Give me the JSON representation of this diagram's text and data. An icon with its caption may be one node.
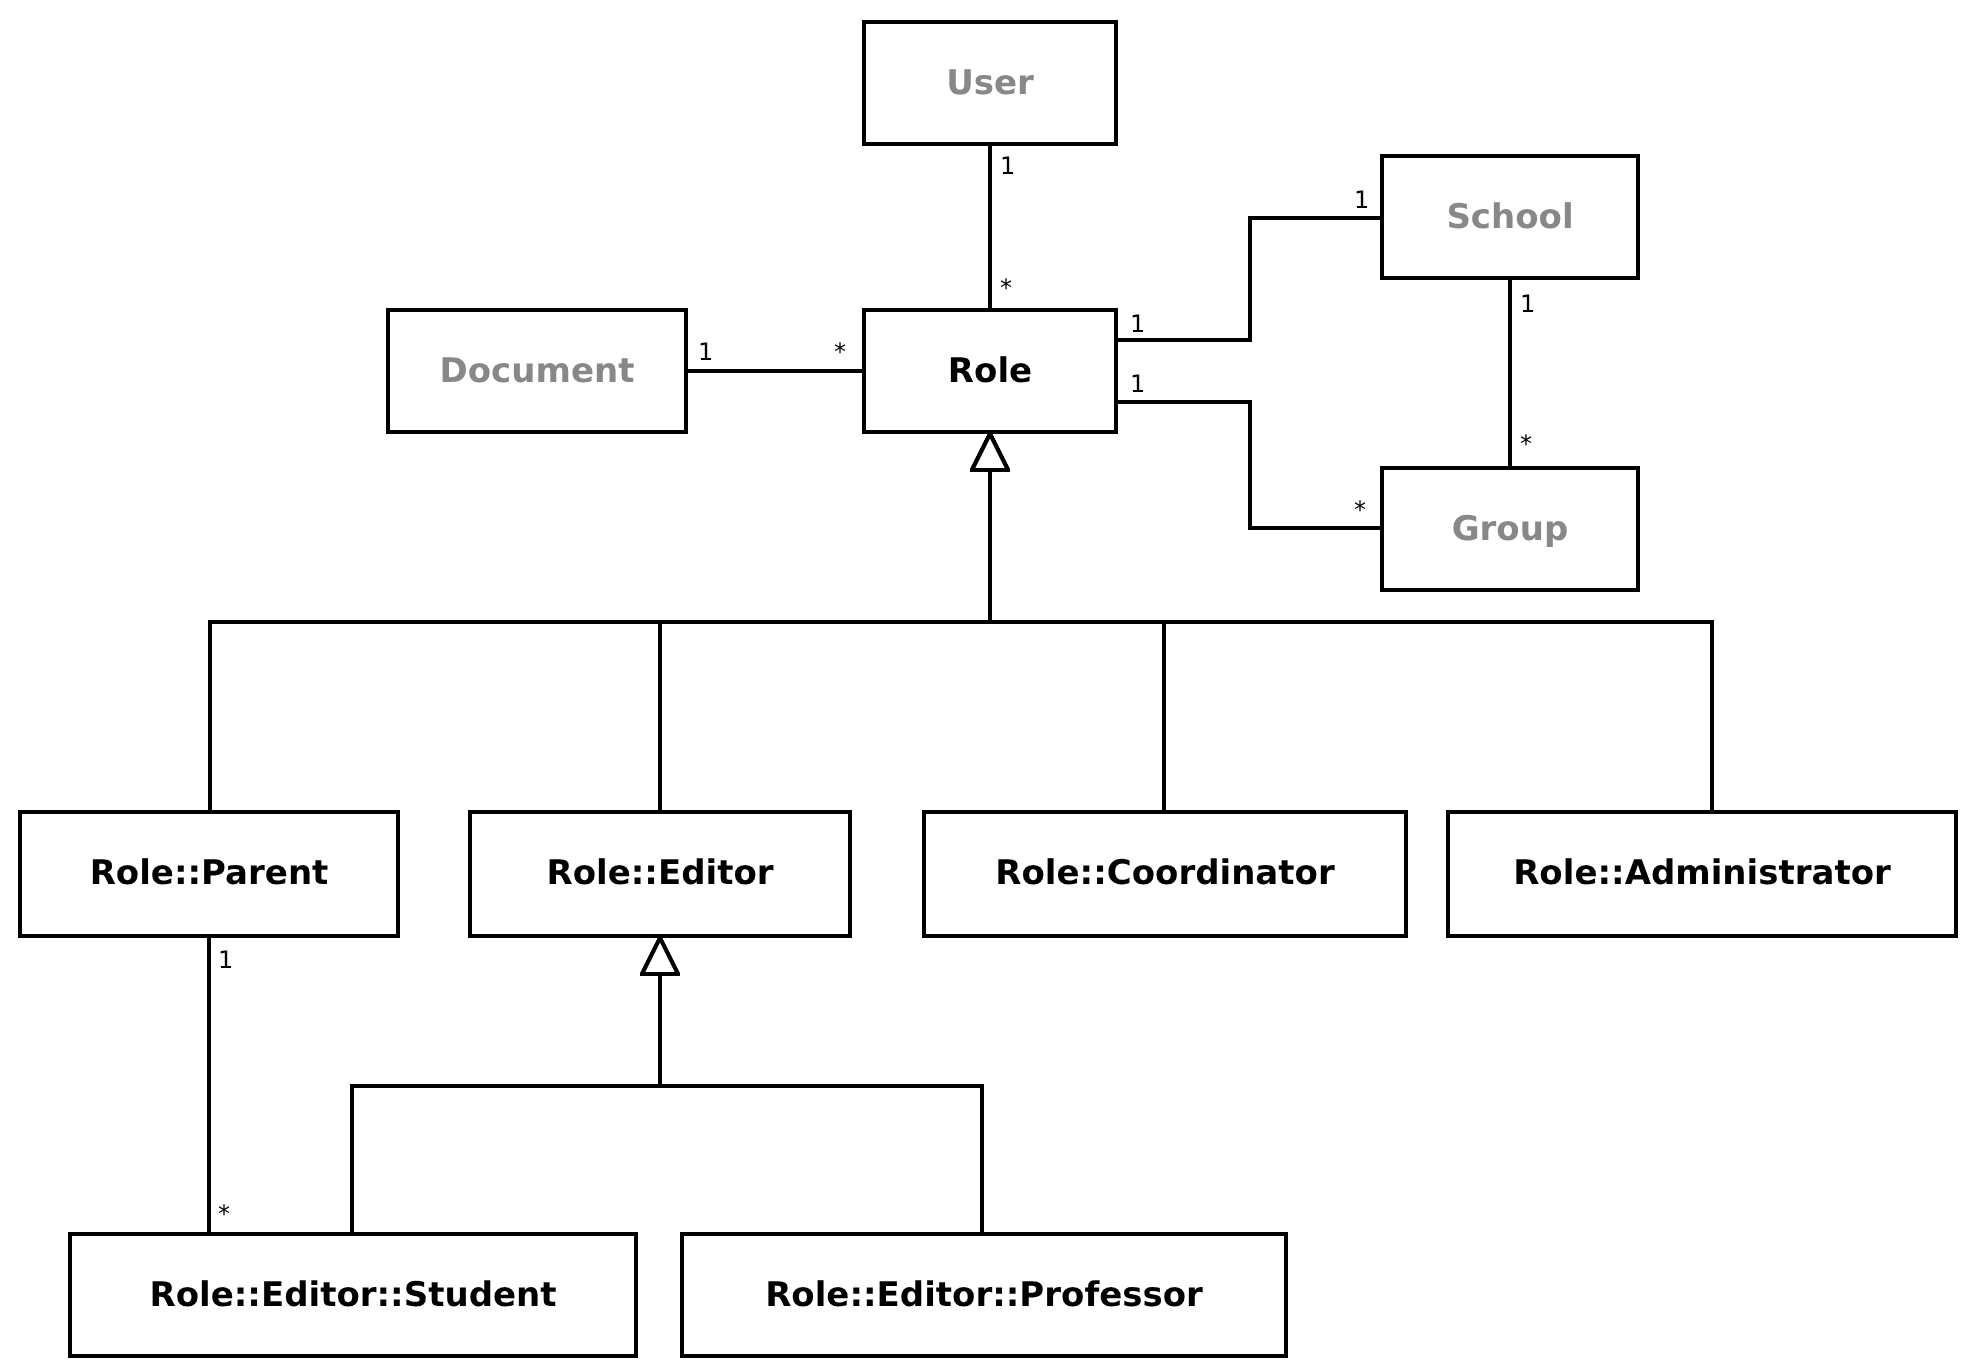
{
  "diagram": {
    "nodes": [
      {
        "text": [
          "User"
        ]
      },
      {
        "text": [
          "Document"
        ]
      },
      {
        "text": [
          "Role"
        ]
      },
      {
        "text": [
          "School"
        ]
      },
      {
        "text": [
          "Group"
        ]
      },
      {
        "text": [
          "Role::Parent"
        ]
      },
      {
        "text": [
          "Role::Editor"
        ]
      },
      {
        "text": [
          "Role::Coordinator"
        ]
      },
      {
        "text": [
          "Role::Administrator"
        ]
      },
      {
        "text": [
          "Role::Editor::Student"
        ]
      },
      {
        "text": [
          "Role::Editor::Professor"
        ]
      }
    ],
    "edges": [
      {
        "from": 0,
        "to": 2,
        "arrow": "none"
      },
      {
        "from": 1,
        "to": 2,
        "arrow": "none"
      },
      {
        "from": 2,
        "to": 3,
        "arrow": "none"
      },
      {
        "from": 2,
        "to": 4,
        "arrow": "none"
      },
      {
        "from": 3,
        "to": 4,
        "arrow": "none"
      },
      {
        "from": 5,
        "to": 2,
        "arrow": "to"
      },
      {
        "from": 6,
        "to": 2,
        "arrow": "to"
      },
      {
        "from": 7,
        "to": 2,
        "arrow": "to"
      },
      {
        "from": 8,
        "to": 2,
        "arrow": "to"
      },
      {
        "from": 9,
        "to": 6,
        "arrow": "to"
      },
      {
        "from": 10,
        "to": 6,
        "arrow": "to"
      },
      {
        "from": 5,
        "to": 9,
        "arrow": "none"
      }
    ],
    "labels": [
      "1",
      "*",
      "1",
      "*",
      "1",
      "1",
      "1",
      "*",
      "1",
      "*",
      "1",
      "*"
    ]
  }
}
